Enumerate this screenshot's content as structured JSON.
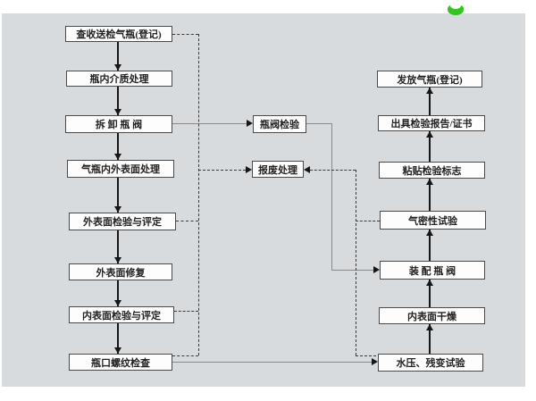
{
  "colors": {
    "panel_background": "#d8dbdd",
    "box_fill": "#fdfdfd",
    "box_border": "#4a4a4a",
    "arrow_black": "#161616",
    "connector_gray": "#8a8a8a",
    "dashed_line": "#3a3a3a",
    "logo_green": "#35c421"
  },
  "icons": {
    "logo": "green-crescent-logo"
  },
  "nodes": {
    "receive": "查收送检气瓶(登记)",
    "medium": "瓶内介质处理",
    "valve_removal": "拆 卸 瓶 阀",
    "surface_treatment": "气瓶内外表面处理",
    "ext_inspection": "外表面检验与评定",
    "ext_repair": "外表面修复",
    "int_inspection": "内表面检验与评定",
    "thread_check": "瓶口螺纹检查",
    "valve_inspection": "瓶阀检验",
    "scrap": "报废处理",
    "issue": "发放气瓶(登记)",
    "report": "出具检验报告/证书",
    "mark": "粘贴检验标志",
    "airtight": "气密性试验",
    "valve_assembly": "装 配 瓶 阀",
    "drying": "内表面干燥",
    "hydro": "水压、残变试验"
  }
}
